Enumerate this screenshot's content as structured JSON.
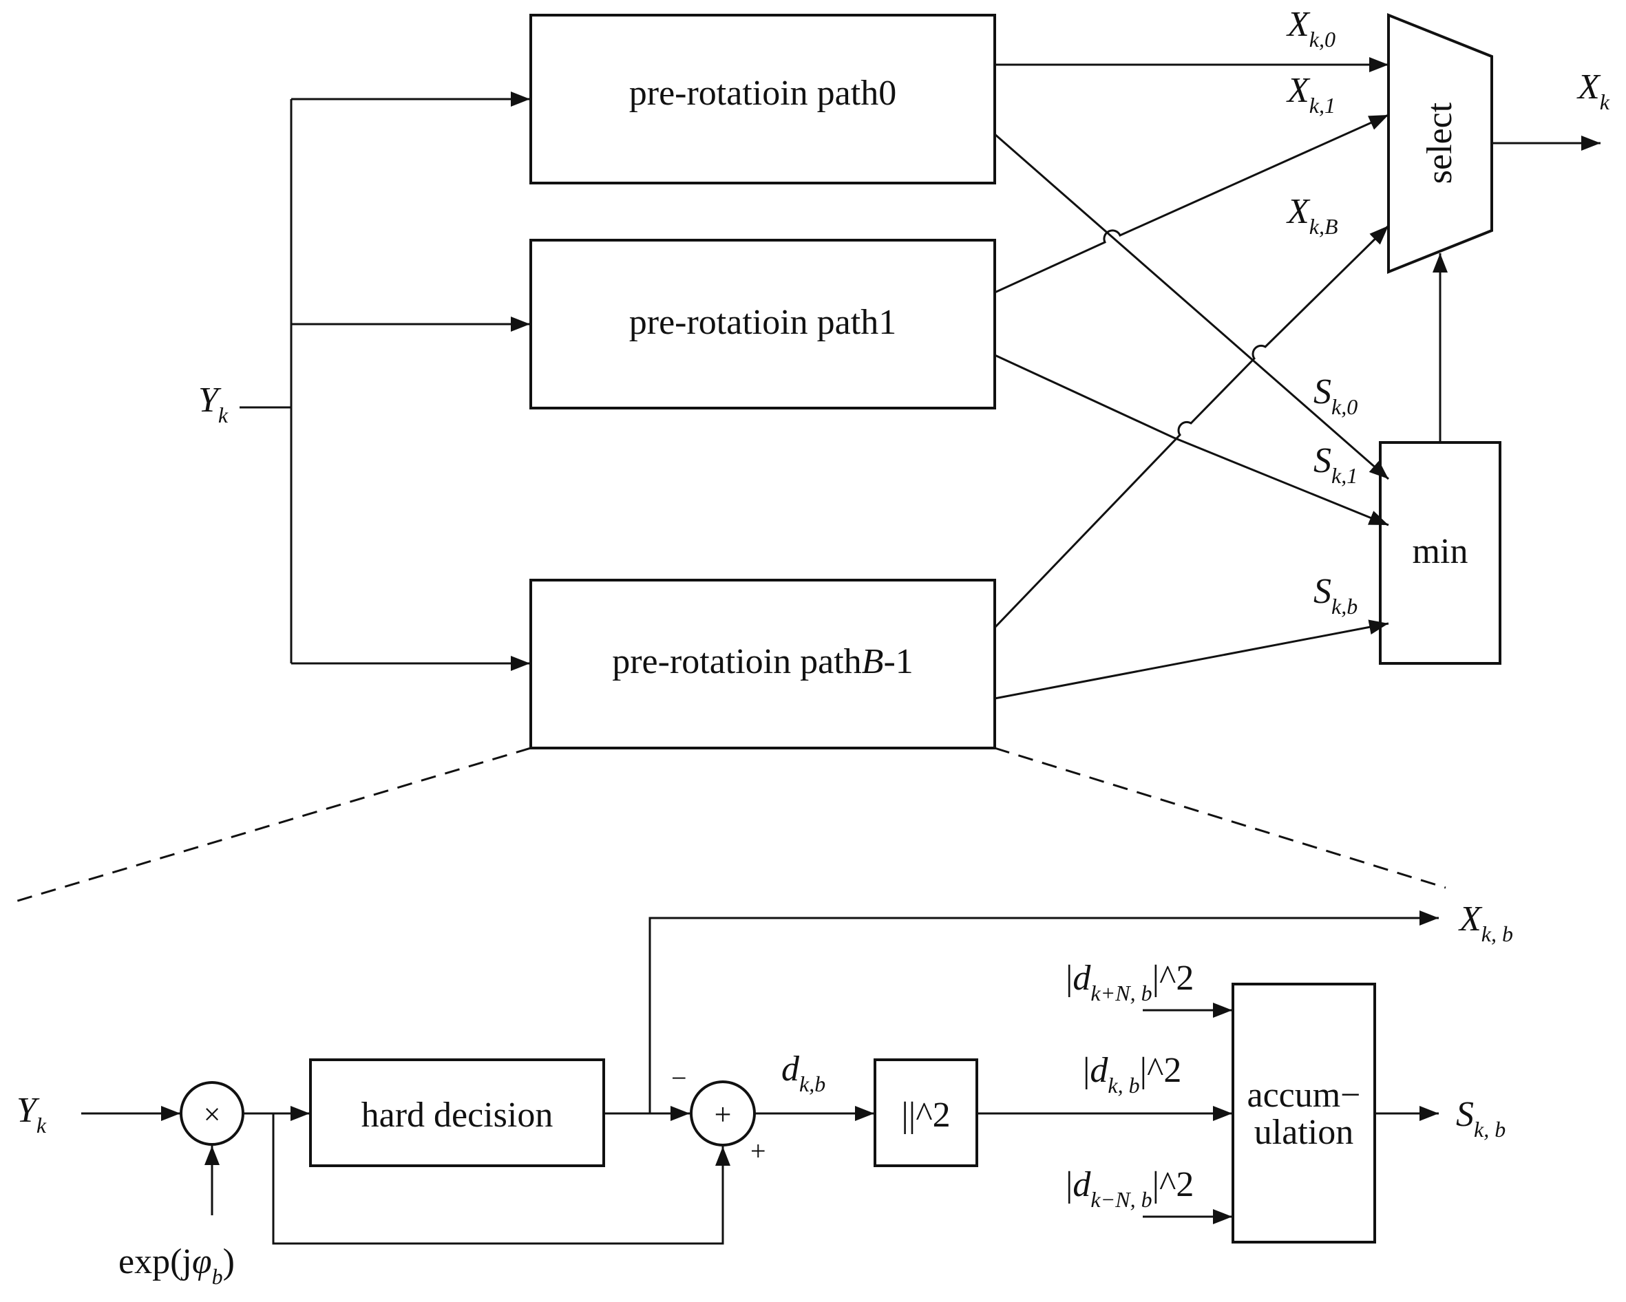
{
  "top": {
    "input": {
      "var": "Y",
      "sub": "k"
    },
    "paths": [
      {
        "label": "pre-rotatioin path0"
      },
      {
        "label": "pre-rotatioin path1"
      },
      {
        "label_prefix": "pre-rotatioin path",
        "label_var": "B",
        "label_suffix": "-1"
      }
    ],
    "select": {
      "label": "select"
    },
    "min": {
      "label": "min"
    },
    "output": {
      "var": "X",
      "sub": "k"
    },
    "x_labels": [
      {
        "var": "X",
        "sub_a": "k,",
        "sub_b": "0"
      },
      {
        "var": "X",
        "sub_a": "k,",
        "sub_b": "1"
      },
      {
        "var": "X",
        "sub_a": "k,B",
        "sub_b": ""
      }
    ],
    "s_labels": [
      {
        "var": "S",
        "sub_a": "k,",
        "sub_b": "0"
      },
      {
        "var": "S",
        "sub_a": "k,",
        "sub_b": "1"
      },
      {
        "var": "S",
        "sub_a": "k,b",
        "sub_b": ""
      }
    ]
  },
  "bottom": {
    "input": {
      "var": "Y",
      "sub": "k"
    },
    "multiplier": {
      "symbol": "×"
    },
    "phase": {
      "prefix": "exp(j",
      "var": "φ",
      "sub": "b",
      "suffix": ")"
    },
    "hard_decision": {
      "label": "hard decision"
    },
    "adder": {
      "symbol": "+",
      "minus": "−",
      "plus": "+"
    },
    "d_label": {
      "var": "d",
      "sub": "k,b"
    },
    "abs_sq": {
      "label": "||^2"
    },
    "acc": {
      "line1": "accum−",
      "line2": "ulation"
    },
    "d_plus": {
      "pre": "|",
      "var": "d",
      "sub": "k+N, b",
      "post": "|^2"
    },
    "d_mid": {
      "pre": "|",
      "var": "d",
      "sub": "k, b",
      "post": "|^2"
    },
    "d_minus": {
      "pre": "|",
      "var": "d",
      "sub": "k−N, b",
      "post": "|^2"
    },
    "out_x": {
      "var": "X",
      "sub": "k, b"
    },
    "out_s": {
      "var": "S",
      "sub": "k, b"
    }
  }
}
